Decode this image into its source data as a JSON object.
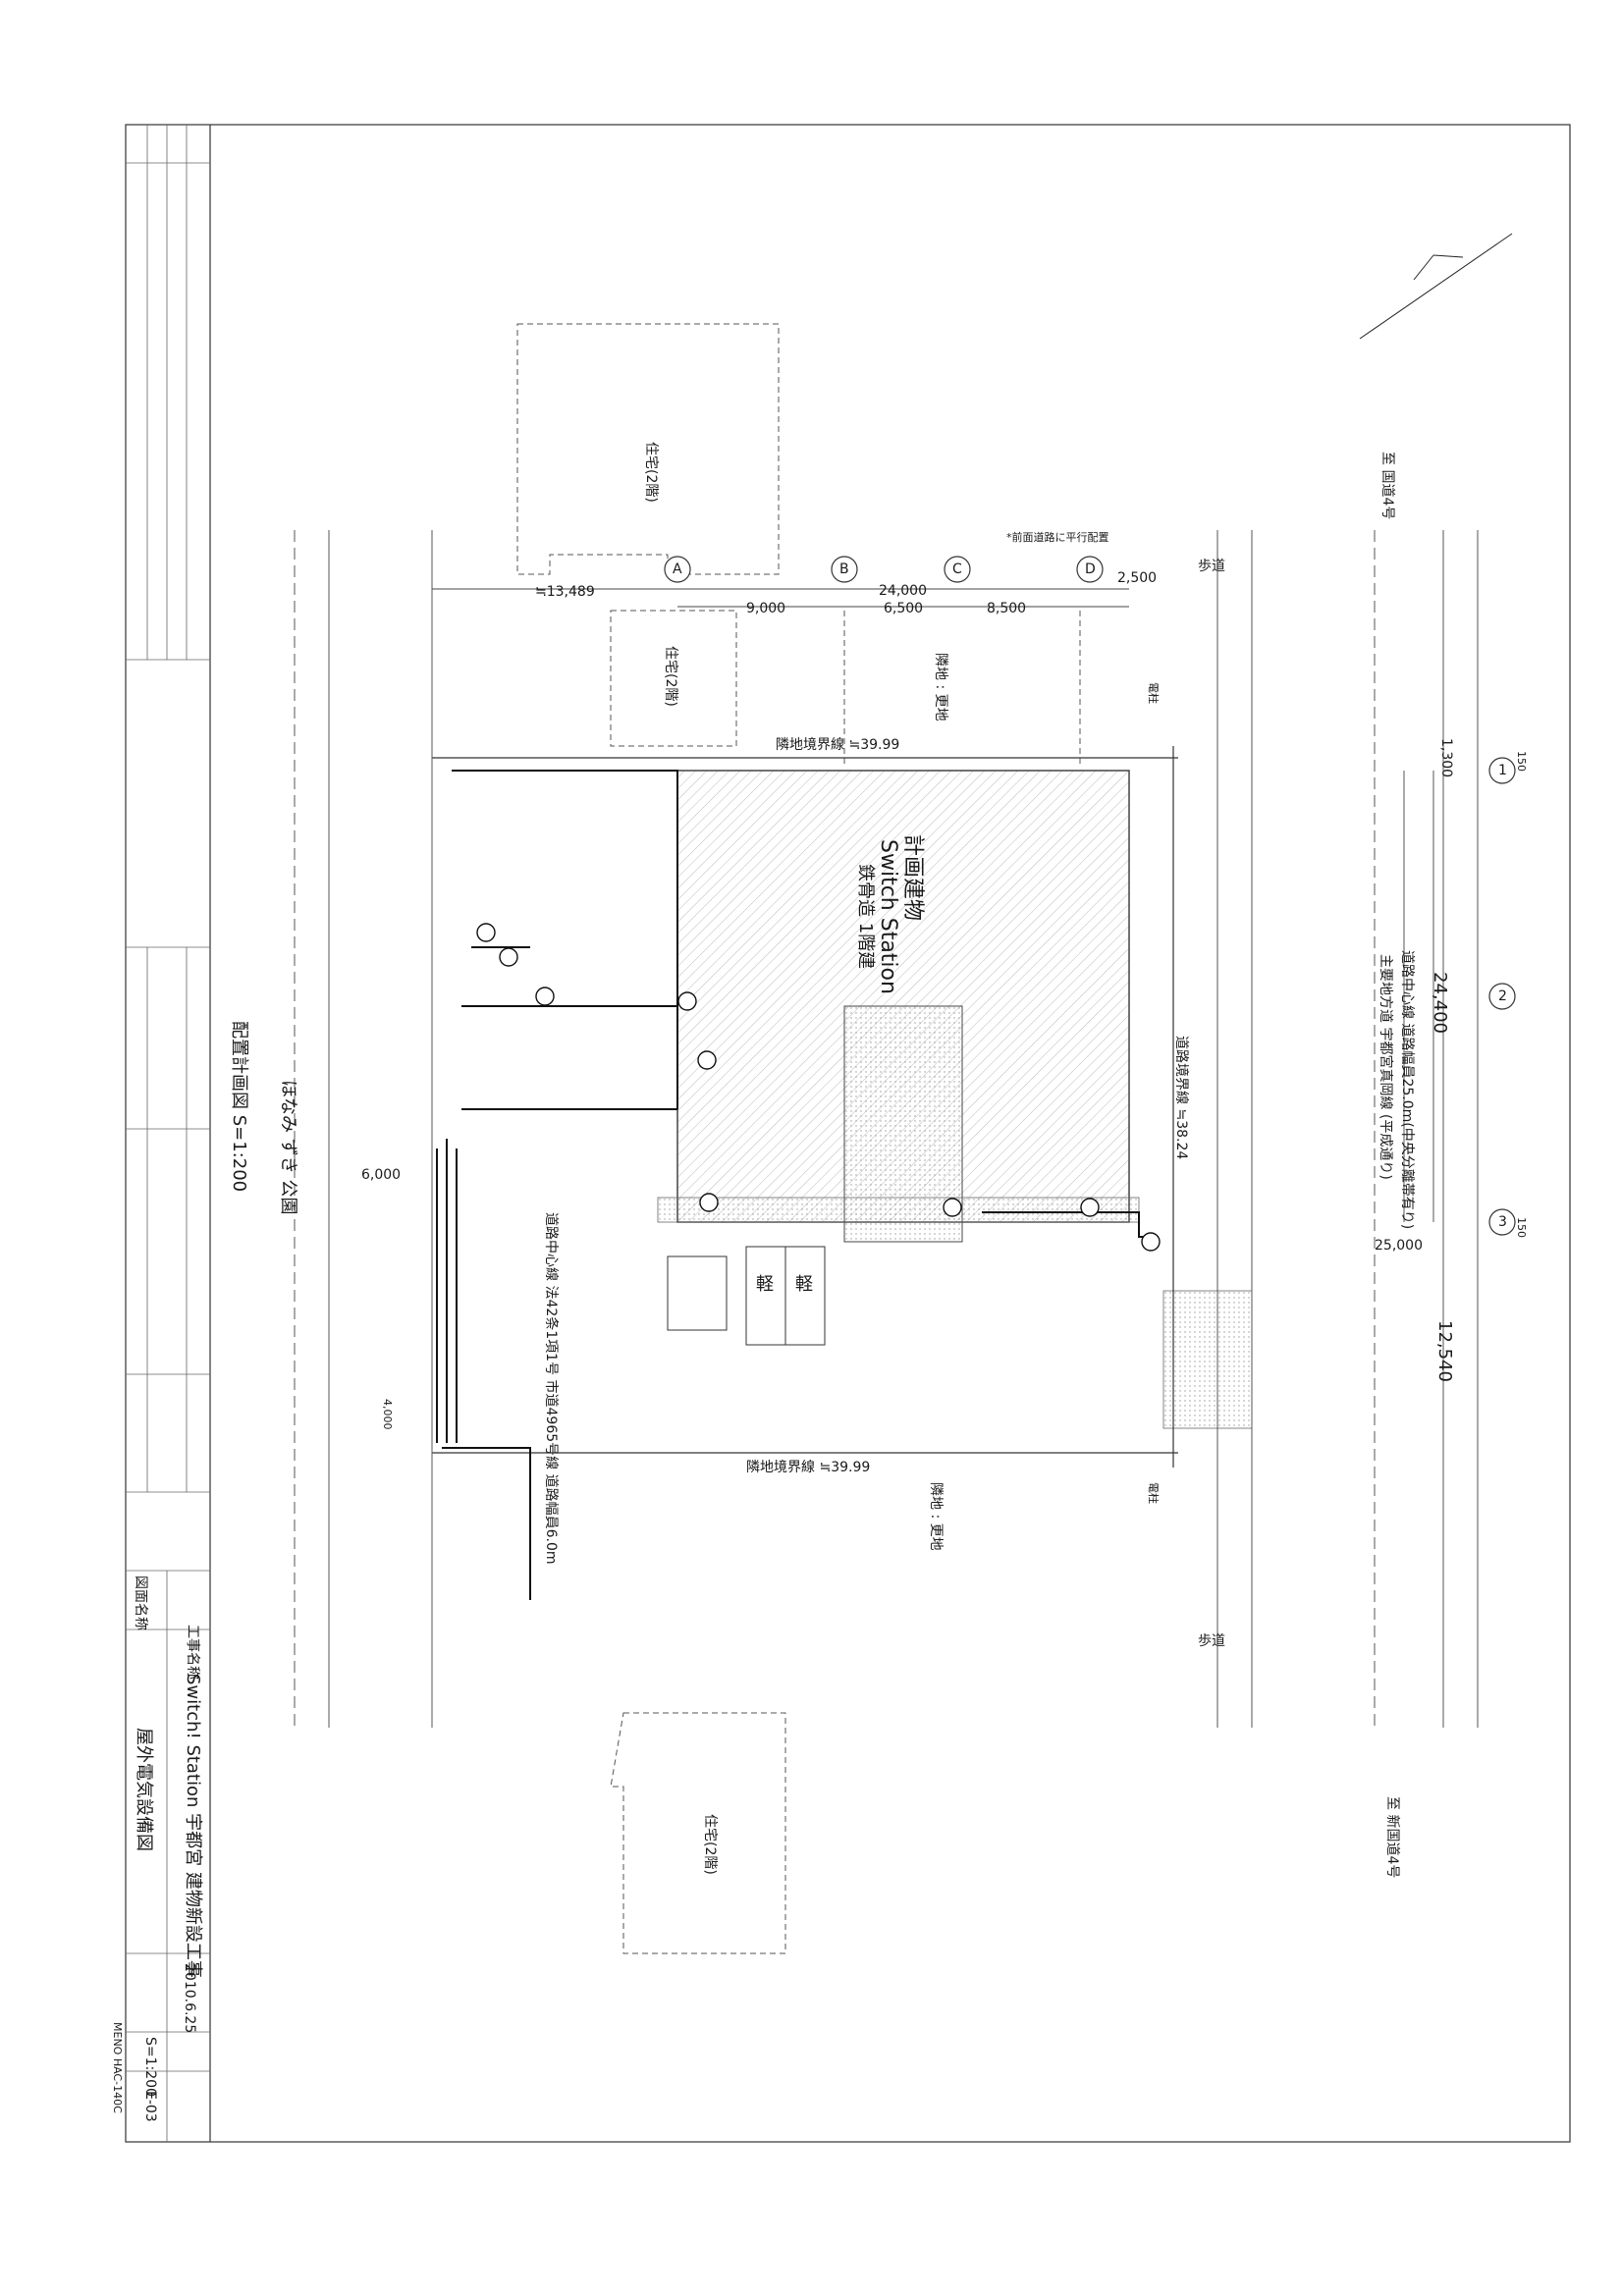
{
  "title_block": {
    "project_label": "工事名称",
    "project_name": "Switch! Station 宇都宮 建物新設工事",
    "drawing_label": "図面名称",
    "drawing_name": "屋外電気設備図",
    "date": "2010.6.25",
    "scale": "S=1:200",
    "sheet_no": "E-03",
    "footer_code": "MENO HAC-140C"
  },
  "drawing": {
    "plan_title": "配置計画図 S=1:200",
    "park_name": "ほなみ ずき 公園",
    "building_name": "Switch Station",
    "building_label": "計画建物",
    "building_type": "鉄骨造 1階建",
    "residence_label": "住宅(2階)",
    "neighbor_label": "隣地 : 更地",
    "boundary_top": "隣地境界線 ≒39.99",
    "boundary_bottom": "隣地境界線 ≒39.99",
    "road_boundary": "道路境界線 ≒38.24",
    "road_info_1": "道路中心線 道路幅員25.0m(中央分離帯有り)",
    "road_info_2": "主要地方道 宇都宮真岡線 (平成通り)",
    "local_road": "道路中心線 法42条1項1号 市道4965号線 道路幅員6.0m",
    "sidewalk": "歩道",
    "to_route_top": "至 国道4号",
    "to_route_bottom": "至 新国道4号",
    "parallel_note": "*前面道路に平行配置",
    "utility_pole": "電柱",
    "light_car_1": "軽",
    "light_car_2": "軽",
    "axes_letters": [
      "A",
      "B",
      "C",
      "D"
    ],
    "axes_numbers": [
      "1",
      "2",
      "3"
    ],
    "dims": {
      "d13489": "≒13,489",
      "d24000": "24,000",
      "d9000": "9,000",
      "d6500": "6,500",
      "d8500": "8,500",
      "d2500": "2,500",
      "d1300": "1,300",
      "d24400": "24,400",
      "d25000": "25,000",
      "d12540": "12,540",
      "d6000": "6,000",
      "d4000": "4,000",
      "d150a": "150",
      "d150b": "150"
    }
  }
}
